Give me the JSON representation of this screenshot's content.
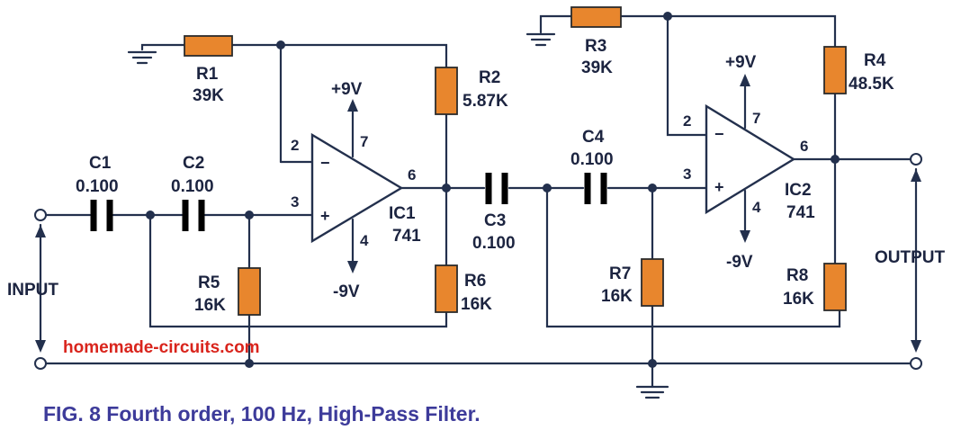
{
  "caption": "FIG. 8 Fourth order, 100 Hz, High-Pass Filter.",
  "watermark": "homemade-circuits.com",
  "colors": {
    "resistor": "#e8862d",
    "wire": "#23304d",
    "caption": "#3d3b9a",
    "watermark": "#d9241c"
  },
  "terminals": {
    "input": "INPUT",
    "output": "OUTPUT"
  },
  "components": {
    "R1": {
      "name": "R1",
      "value": "39K"
    },
    "R2": {
      "name": "R2",
      "value": "5.87K"
    },
    "R3": {
      "name": "R3",
      "value": "39K"
    },
    "R4": {
      "name": "R4",
      "value": "48.5K"
    },
    "R5": {
      "name": "R5",
      "value": "16K"
    },
    "R6": {
      "name": "R6",
      "value": "16K"
    },
    "R7": {
      "name": "R7",
      "value": "16K"
    },
    "R8": {
      "name": "R8",
      "value": "16K"
    },
    "C1": {
      "name": "C1",
      "value": "0.100"
    },
    "C2": {
      "name": "C2",
      "value": "0.100"
    },
    "C3": {
      "name": "C3",
      "value": "0.100"
    },
    "C4": {
      "name": "C4",
      "value": "0.100"
    }
  },
  "opamps": {
    "IC1": {
      "name": "IC1",
      "part": "741",
      "vpos": "+9V",
      "vneg": "-9V",
      "pins": {
        "inv": "2",
        "noninv": "3",
        "out": "6",
        "vpos": "7",
        "vneg": "4"
      },
      "signs": {
        "inv": "−",
        "noninv": "+"
      }
    },
    "IC2": {
      "name": "IC2",
      "part": "741",
      "vpos": "+9V",
      "vneg": "-9V",
      "pins": {
        "inv": "2",
        "noninv": "3",
        "out": "6",
        "vpos": "7",
        "vneg": "4"
      },
      "signs": {
        "inv": "−",
        "noninv": "+"
      }
    }
  }
}
